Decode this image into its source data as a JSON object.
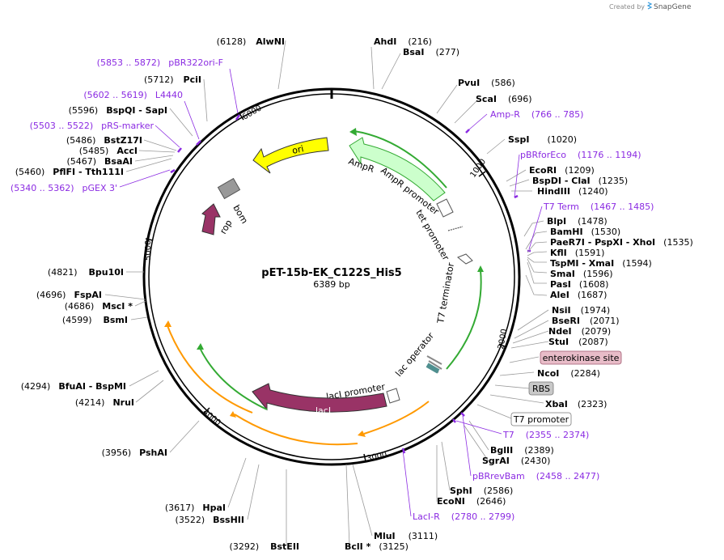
{
  "credit": {
    "text": "Created by",
    "brand": "SnapGene"
  },
  "plasmid": {
    "name": "pET-15b-EK_C122S_His5",
    "length_label": "6389 bp"
  },
  "backbone_labels": [
    "1000",
    "2000",
    "3000",
    "4000",
    "5000",
    "6000"
  ],
  "enzymes_right": [
    {
      "name": "AhdI",
      "pos": "(216)"
    },
    {
      "name": "BsaI",
      "pos": "(277)"
    },
    {
      "name": "PvuI",
      "pos": "(586)"
    },
    {
      "name": "ScaI",
      "pos": "(696)"
    },
    {
      "name": "SspI",
      "pos": "(1020)"
    },
    {
      "name": "EcoRI",
      "pos": "(1209)"
    },
    {
      "name": "BspDI  -  ClaI",
      "pos": "(1235)"
    },
    {
      "name": "HindIII",
      "pos": "(1240)"
    },
    {
      "name": "BlpI",
      "pos": "(1478)"
    },
    {
      "name": "BamHI",
      "pos": "(1530)"
    },
    {
      "name": "PaeR7I  -  PspXI  -  XhoI",
      "pos": "(1535)"
    },
    {
      "name": "KflI",
      "pos": "(1591)"
    },
    {
      "name": "TspMI  -  XmaI",
      "pos": "(1594)"
    },
    {
      "name": "SmaI",
      "pos": "(1596)"
    },
    {
      "name": "PasI",
      "pos": "(1608)"
    },
    {
      "name": "AleI",
      "pos": "(1687)"
    },
    {
      "name": "NsiI",
      "pos": "(1974)"
    },
    {
      "name": "BseRI",
      "pos": "(2071)"
    },
    {
      "name": "NdeI",
      "pos": "(2079)"
    },
    {
      "name": "StuI",
      "pos": "(2087)"
    },
    {
      "name": "NcoI",
      "pos": "(2284)"
    },
    {
      "name": "XbaI",
      "pos": "(2323)"
    },
    {
      "name": "BglII",
      "pos": "(2389)"
    },
    {
      "name": "SgrAI",
      "pos": "(2430)"
    },
    {
      "name": "SphI",
      "pos": "(2586)"
    },
    {
      "name": "EcoNI",
      "pos": "(2646)"
    },
    {
      "name": "MluI",
      "pos": "(3111)"
    },
    {
      "name": "BclI *",
      "pos": "(3125)"
    }
  ],
  "enzymes_left": [
    {
      "name": "AlwNI",
      "pos": "(6128)"
    },
    {
      "name": "PciI",
      "pos": "(5712)"
    },
    {
      "name": "BspQI  -  SapI",
      "pos": "(5596)"
    },
    {
      "name": "BstZ17I",
      "pos": "(5486)"
    },
    {
      "name": "AccI",
      "pos": "(5485)"
    },
    {
      "name": "BsaAI",
      "pos": "(5467)"
    },
    {
      "name": "PflFI  -  Tth111I",
      "pos": "(5460)"
    },
    {
      "name": "Bpu10I",
      "pos": "(4821)"
    },
    {
      "name": "FspAI",
      "pos": "(4696)"
    },
    {
      "name": "MscI *",
      "pos": "(4686)"
    },
    {
      "name": "BsmI",
      "pos": "(4599)"
    },
    {
      "name": "BfuAI  -  BspMI",
      "pos": "(4294)"
    },
    {
      "name": "NruI",
      "pos": "(4214)"
    },
    {
      "name": "PshAI",
      "pos": "(3956)"
    },
    {
      "name": "HpaI",
      "pos": "(3617)"
    },
    {
      "name": "BssHII",
      "pos": "(3522)"
    },
    {
      "name": "BstEII",
      "pos": "(3292)"
    }
  ],
  "primers": [
    {
      "name": "pBR322ori-F",
      "range": "(5853 .. 5872)"
    },
    {
      "name": "L4440",
      "range": "(5602 .. 5619)"
    },
    {
      "name": "pRS-marker",
      "range": "(5503 .. 5522)"
    },
    {
      "name": "pGEX 3'",
      "range": "(5340 .. 5362)"
    },
    {
      "name": "Amp-R",
      "range": "(766 .. 785)"
    },
    {
      "name": "pBRforEco",
      "range": "(1176 .. 1194)"
    },
    {
      "name": "T7 Term",
      "range": "(1467 .. 1485)"
    },
    {
      "name": "T7",
      "range": "(2355 .. 2374)"
    },
    {
      "name": "pBRrevBam",
      "range": "(2458 .. 2477)"
    },
    {
      "name": "LacI-R",
      "range": "(2780 .. 2799)"
    }
  ],
  "badges": {
    "enterokinase": "enterokinase site",
    "rbs": "RBS",
    "t7promoter": "T7 promoter"
  },
  "features": {
    "ori": "ori",
    "ampr": "AmpR",
    "ampr_promoter": "AmpR promoter",
    "tet_promoter": "tet promoter",
    "t7_terminator": "T7 terminator",
    "lac_operator": "lac operator",
    "laci_promoter": "lacI promoter",
    "laci": "lacI",
    "rop": "rop",
    "bom": "bom"
  },
  "colors": {
    "ori": "#ffff00",
    "ampr": "#ccffcc",
    "laci": "#993366",
    "rop": "#993366",
    "bom": "#999999",
    "primer": "#8b2be2",
    "green_arc": "#33aa33",
    "orange_arc": "#ff9900"
  }
}
